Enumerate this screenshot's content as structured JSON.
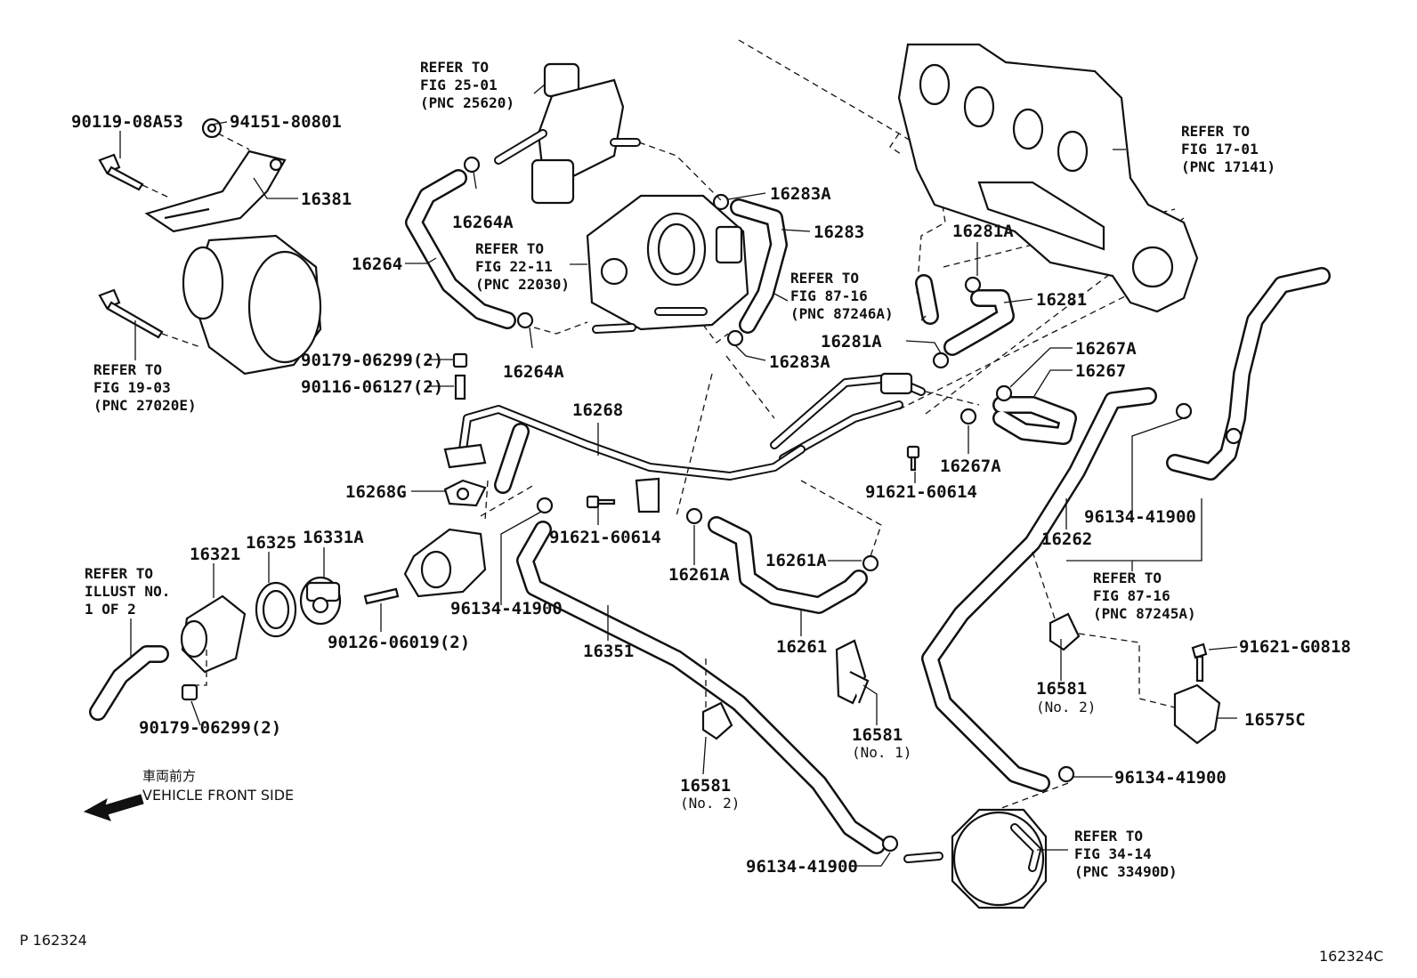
{
  "diagram": {
    "callouts": {
      "c_90119_08A53": "90119-08A53",
      "c_94151_80801": "94151-80801",
      "c_16381": "16381",
      "c_16264A_top": "16264A",
      "c_16264": "16264",
      "c_16264A_bottom": "16264A",
      "c_90179_06299_upper": "90179-06299(2)",
      "c_90116_06127": "90116-06127(2)",
      "c_16283A_top": "16283A",
      "c_16283": "16283",
      "c_16283A_bottom": "16283A",
      "c_16281A_top": "16281A",
      "c_16281": "16281",
      "c_16281A_mid": "16281A",
      "c_16267A_top": "16267A",
      "c_16267": "16267",
      "c_16267A_bottom": "16267A",
      "c_91621_60614_right": "91621-60614",
      "c_16268": "16268",
      "c_16268G": "16268G",
      "c_91621_60614_mid": "91621-60614",
      "c_16321": "16321",
      "c_16325": "16325",
      "c_16331A": "16331A",
      "c_90126_06019": "90126-06019(2)",
      "c_96134_41900_left": "96134-41900",
      "c_16351": "16351",
      "c_16261A_left": "16261A",
      "c_16261A_right": "16261A",
      "c_16261": "16261",
      "c_16262": "16262",
      "c_96134_41900_upper_right": "96134-41900",
      "c_91621_G0818": "91621-G0818",
      "c_16575C": "16575C",
      "c_16581_right": "16581",
      "c_16581_right_sub": "(No. 2)",
      "c_16581_mid": "16581",
      "c_16581_mid_sub": "(No. 1)",
      "c_16581_bottom": "16581",
      "c_16581_bottom_sub": "(No. 2)",
      "c_96134_41900_lower_right": "96134-41900",
      "c_96134_41900_bottom": "96134-41900",
      "c_90179_06299_lower": "90179-06299(2)"
    },
    "refers": {
      "r25_l1": "REFER TO",
      "r25_l2": "FIG 25-01",
      "r25_l3": "(PNC 25620)",
      "r22_l1": "REFER TO",
      "r22_l2": "FIG 22-11",
      "r22_l3": "(PNC 22030)",
      "r19_l1": "REFER TO",
      "r19_l2": "FIG 19-03",
      "r19_l3": "(PNC 27020E)",
      "r87a_l1": "REFER TO",
      "r87a_l2": "FIG 87-16",
      "r87a_l3": "(PNC 87246A)",
      "r17_l1": "REFER TO",
      "r17_l2": "FIG 17-01",
      "r17_l3": "(PNC 17141)",
      "r87b_l1": "REFER TO",
      "r87b_l2": "FIG 87-16",
      "r87b_l3": "(PNC 87245A)",
      "r34_l1": "REFER TO",
      "r34_l2": "FIG 34-14",
      "r34_l3": "(PNC 33490D)",
      "ril_l1": "REFER TO",
      "ril_l2": "ILLUST NO.",
      "ril_l3": "1 OF 2"
    },
    "front": {
      "jp": "車両前方",
      "en": "VEHICLE FRONT SIDE"
    },
    "codes": {
      "left": "P  162324",
      "right": "162324C"
    }
  }
}
